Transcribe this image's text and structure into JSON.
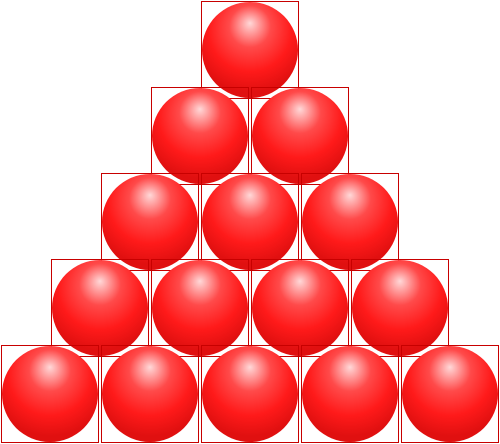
{
  "ball": {
    "icon": "red-ball-icon",
    "color_light": "#ffd8d8",
    "color_mid": "#ff4a4a",
    "color_base": "#ff1a1a",
    "color_dark": "#e01010",
    "frame_color": "#c80000"
  },
  "rows": [
    {
      "count": 1
    },
    {
      "count": 2
    },
    {
      "count": 3
    },
    {
      "count": 4
    },
    {
      "count": 5
    }
  ]
}
